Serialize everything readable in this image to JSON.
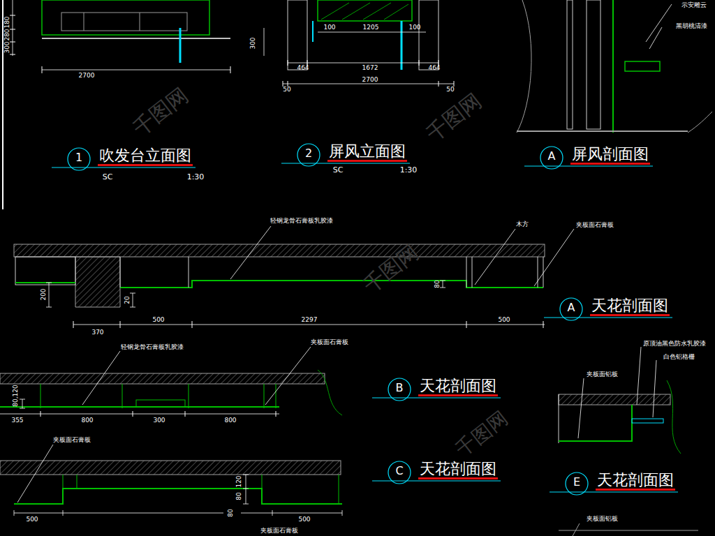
{
  "diagram": {
    "nodes": [
      {
        "text": [
          "1",
          "吹发台立面图"
        ]
      },
      {
        "text": [
          "2",
          "屏风立面图"
        ]
      },
      {
        "text": [
          "A",
          "屏风剖面图"
        ]
      },
      {
        "text": [
          "A",
          "天花剖面图"
        ]
      },
      {
        "text": [
          "B",
          "天花剖面图"
        ]
      },
      {
        "text": [
          "C",
          "天花剖面图"
        ]
      },
      {
        "text": [
          "E",
          "天花剖面图"
        ]
      }
    ],
    "labels": [
      "180",
      "280",
      "300",
      "2700",
      "300",
      "100",
      "1205",
      "100",
      "464",
      "1672",
      "464",
      "2700",
      "50",
      "50",
      "示安雕云",
      "黑胡桃清漆",
      "SC",
      "1:30",
      "SC",
      "1:30",
      "轻钢龙骨石膏板乳胶漆",
      "木方",
      "夹板面石膏板",
      "200",
      "20",
      "80",
      "370",
      "500",
      "2297",
      "500",
      "轻钢龙骨石膏板乳胶漆",
      "夹板面石膏板",
      "80,120",
      "355",
      "800",
      "300",
      "800",
      "夹板面石膏板",
      "120",
      "80",
      "80",
      "500",
      "500",
      "夹板面石膏板",
      "原顶油黑色防水乳胶漆",
      "白色铝格栅",
      "夹板面铝板",
      "夹板面铝板",
      "千图网",
      "千图网",
      "千图网",
      "千图网"
    ]
  }
}
